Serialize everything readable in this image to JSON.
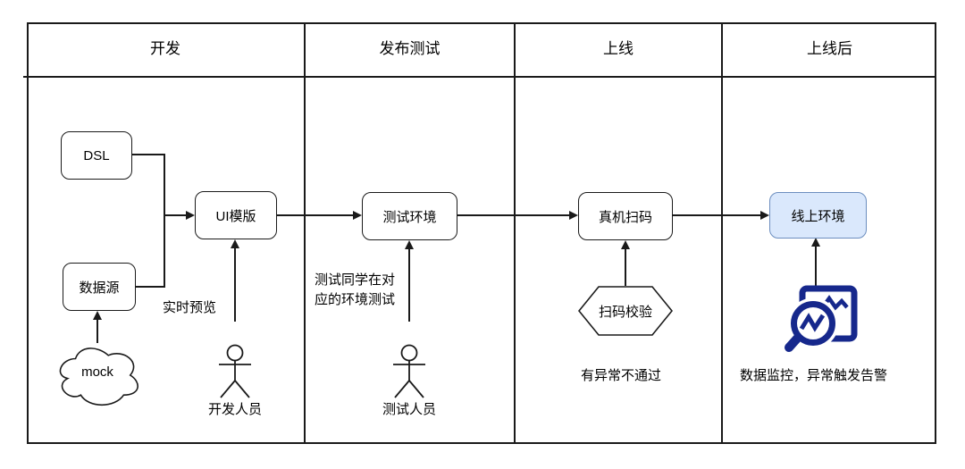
{
  "diagram": {
    "lanes": [
      {
        "id": "dev",
        "title": "开发"
      },
      {
        "id": "release-test",
        "title": "发布测试"
      },
      {
        "id": "go-live",
        "title": "上线"
      },
      {
        "id": "post-live",
        "title": "上线后"
      }
    ],
    "nodes": {
      "dsl": {
        "label": "DSL"
      },
      "data_source": {
        "label": "数据源"
      },
      "mock": {
        "label": "mock"
      },
      "ui_template": {
        "label": "UI模版"
      },
      "test_env": {
        "label": "测试环境"
      },
      "device_scan": {
        "label": "真机扫码"
      },
      "scan_check": {
        "label": "扫码校验"
      },
      "online_env": {
        "label": "线上环境"
      }
    },
    "annotations": {
      "realtime_preview": "实时预览",
      "dev_person": "开发人员",
      "test_note_line1": "测试同学在对",
      "test_note_line2": "应的环境测试",
      "test_person": "测试人员",
      "fail_note": "有异常不通过",
      "monitor_note": "数据监控，异常触发告警"
    },
    "icons": {
      "monitor": "monitoring-magnifier-chart-icon"
    },
    "colors": {
      "stroke": "#1a1a1a",
      "online_env_fill": "#dae8fc",
      "online_env_border": "#6c8ebf",
      "monitor_icon": "#16288c"
    }
  }
}
